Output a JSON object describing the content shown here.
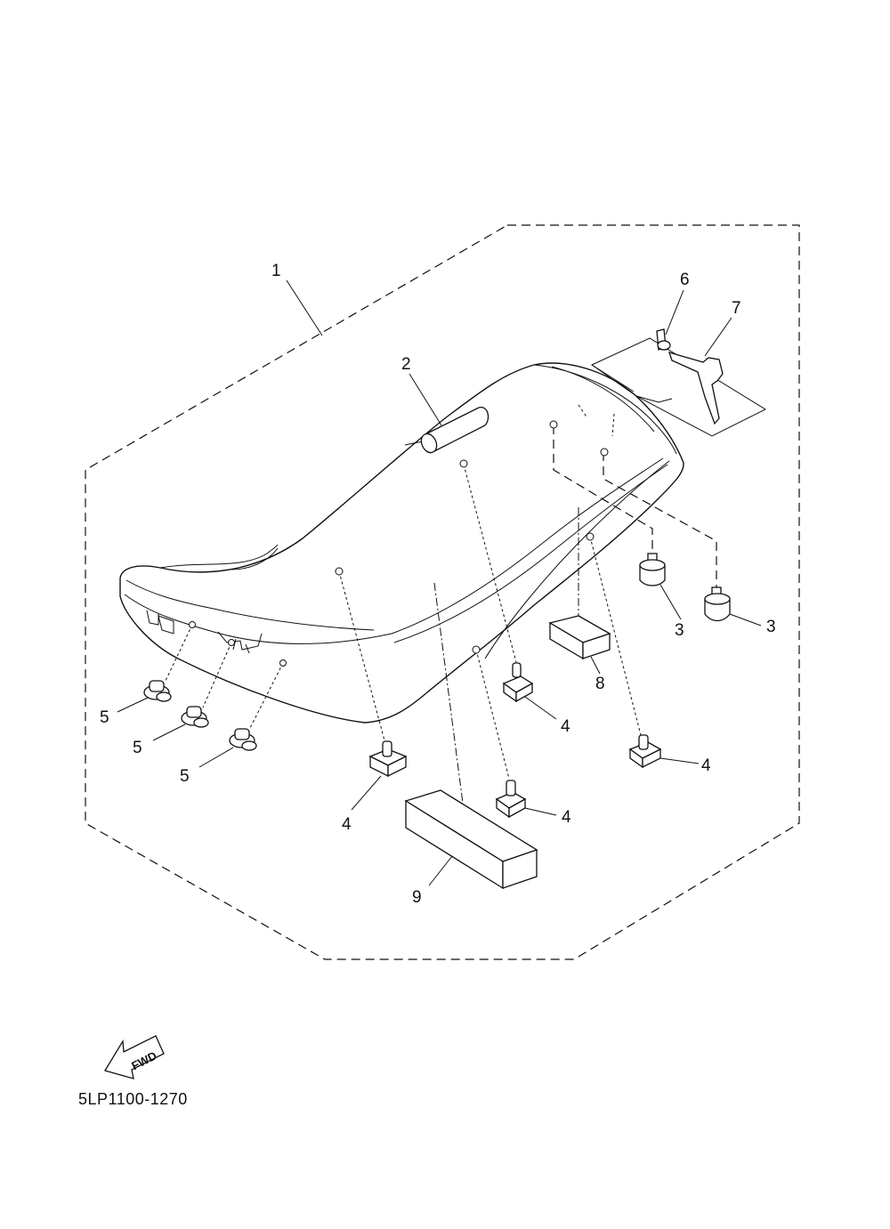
{
  "callouts": {
    "c1": "1",
    "c2": "2",
    "c3a": "3",
    "c3b": "3",
    "c4a": "4",
    "c4b": "4",
    "c4c": "4",
    "c4d": "4",
    "c5a": "5",
    "c5b": "5",
    "c5c": "5",
    "c6": "6",
    "c7": "7",
    "c8": "8",
    "c9": "9"
  },
  "fwd_label": "FWD",
  "part_number": "5LP1100-1270"
}
